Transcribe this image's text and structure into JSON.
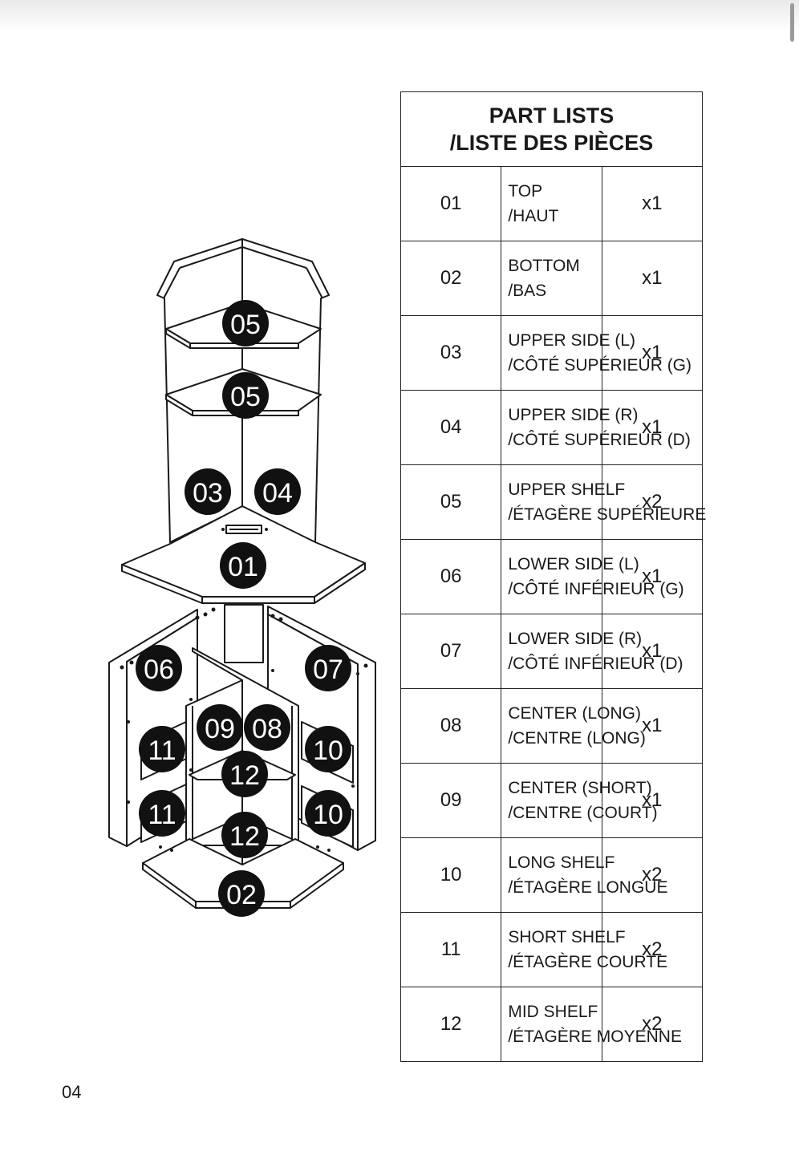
{
  "header": {
    "title_en": "PART LISTS",
    "title_fr": "/LISTE DES PIÈCES"
  },
  "parts": [
    {
      "num": "01",
      "en": "TOP",
      "fr": "/HAUT",
      "qty": "x1"
    },
    {
      "num": "02",
      "en": "BOTTOM",
      "fr": "/BAS",
      "qty": "x1"
    },
    {
      "num": "03",
      "en": "UPPER SIDE (L)",
      "fr": "/CÔTÉ SUPÉRIEUR (G)",
      "qty": "x1"
    },
    {
      "num": "04",
      "en": "UPPER SIDE (R)",
      "fr": "/CÔTÉ SUPÉRIEUR (D)",
      "qty": "x1"
    },
    {
      "num": "05",
      "en": "UPPER SHELF",
      "fr": "/ÉTAGÈRE SUPÉRIEURE",
      "qty": "x2"
    },
    {
      "num": "06",
      "en": "LOWER SIDE (L)",
      "fr": "/CÔTÉ INFÉRIEUR (G)",
      "qty": "x1"
    },
    {
      "num": "07",
      "en": "LOWER SIDE (R)",
      "fr": "/CÔTÉ INFÉRIEUR (D)",
      "qty": "x1"
    },
    {
      "num": "08",
      "en": "CENTER (LONG)",
      "fr": "/CENTRE (LONG)",
      "qty": "x1"
    },
    {
      "num": "09",
      "en": "CENTER (SHORT)",
      "fr": "/CENTRE (COURT)",
      "qty": "x1"
    },
    {
      "num": "10",
      "en": "LONG SHELF",
      "fr": "/ÉTAGÈRE LONGUE",
      "qty": "x2"
    },
    {
      "num": "11",
      "en": "SHORT SHELF",
      "fr": "/ÉTAGÈRE COURTE",
      "qty": "x2"
    },
    {
      "num": "12",
      "en": "MID SHELF",
      "fr": "/ÉTAGÈRE MOYENNE",
      "qty": "x2"
    }
  ],
  "diagram_labels": {
    "upper_shelf_top": "05",
    "upper_shelf_mid": "05",
    "upper_side_l": "03",
    "upper_side_r": "04",
    "top": "01",
    "lower_side_l": "06",
    "lower_side_r": "07",
    "center_short": "09",
    "center_long": "08",
    "short_shelf_1": "11",
    "short_shelf_2": "11",
    "long_shelf_1": "10",
    "long_shelf_2": "10",
    "mid_shelf_1": "12",
    "mid_shelf_2": "12",
    "bottom": "02"
  },
  "page_number": "04"
}
